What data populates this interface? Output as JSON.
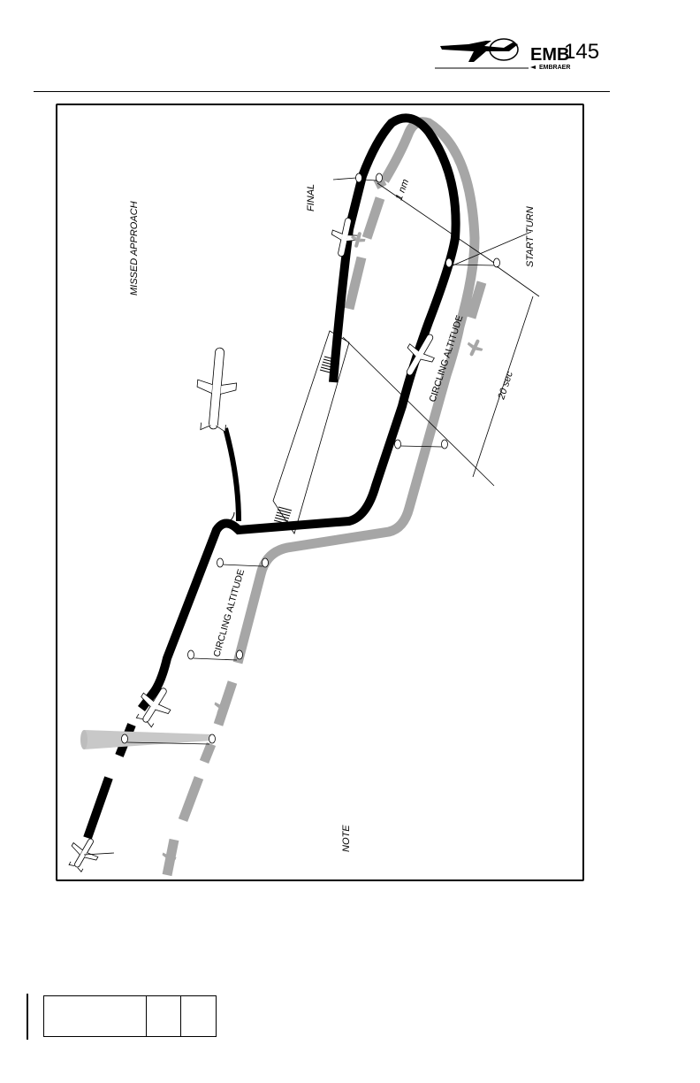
{
  "header": {
    "logo_model": "EMB145",
    "logo_model_prefix": "EMB",
    "logo_model_number": "145",
    "logo_brand": "EMBRAER"
  },
  "diagram": {
    "labels": {
      "missed_approach": "MISSED  APPROACH",
      "final": "FINAL",
      "one_nm": "1 nm",
      "start_turn": "START   TURN",
      "circling_altitude_upper": "CIRCLING ALTITUDE",
      "circling_altitude_lower": "CIRCLING ALTITUDE",
      "twenty_sec": "20 sec",
      "note": "NOTE"
    },
    "colors": {
      "primary_track": "#000000",
      "shadow_track": "#a6a6a6",
      "beam": "#c8c8c8"
    }
  },
  "footer": {
    "cells": [
      "",
      "",
      ""
    ]
  }
}
